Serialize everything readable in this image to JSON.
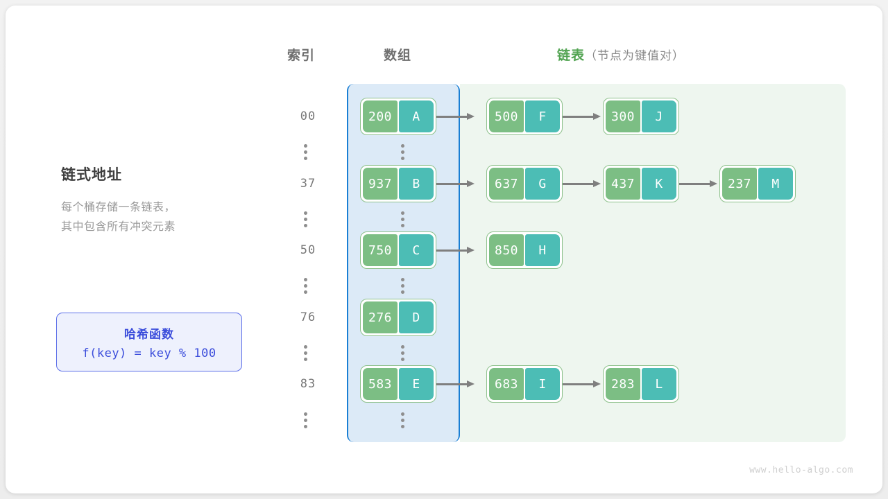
{
  "watermark": "www.hello-algo.com",
  "headers": {
    "index": "索引",
    "array": "数组",
    "list_main": "链表",
    "list_sub": "（节点为键值对）"
  },
  "left_block": {
    "title": "链式地址",
    "desc_line1": "每个桶存储一条链表，",
    "desc_line2": "其中包含所有冲突元素"
  },
  "hash_box": {
    "title": "哈希函数",
    "formula": "f(key) = key % 100"
  },
  "colors": {
    "key_cell": "#7cbe84",
    "value_cell": "#4cbdb5",
    "node_border": "#8cc08a",
    "array_region_bg": "#dceaf7",
    "array_region_border": "#1a7fd4",
    "list_region_bg": "#eef6ef",
    "arrow": "#7f7f7f",
    "accent_green": "#51a351",
    "accent_indigo": "#3b4ddb"
  },
  "ellipsis_glyph": "⋮",
  "rows": [
    {
      "index": "00",
      "bucket": {
        "key": "200",
        "value": "A"
      },
      "chain": [
        {
          "key": "500",
          "value": "F"
        },
        {
          "key": "300",
          "value": "J"
        }
      ]
    },
    {
      "index": "37",
      "bucket": {
        "key": "937",
        "value": "B"
      },
      "chain": [
        {
          "key": "637",
          "value": "G"
        },
        {
          "key": "437",
          "value": "K"
        },
        {
          "key": "237",
          "value": "M"
        }
      ]
    },
    {
      "index": "50",
      "bucket": {
        "key": "750",
        "value": "C"
      },
      "chain": [
        {
          "key": "850",
          "value": "H"
        }
      ]
    },
    {
      "index": "76",
      "bucket": {
        "key": "276",
        "value": "D"
      },
      "chain": []
    },
    {
      "index": "83",
      "bucket": {
        "key": "583",
        "value": "E"
      },
      "chain": [
        {
          "key": "683",
          "value": "I"
        },
        {
          "key": "283",
          "value": "L"
        }
      ]
    }
  ]
}
